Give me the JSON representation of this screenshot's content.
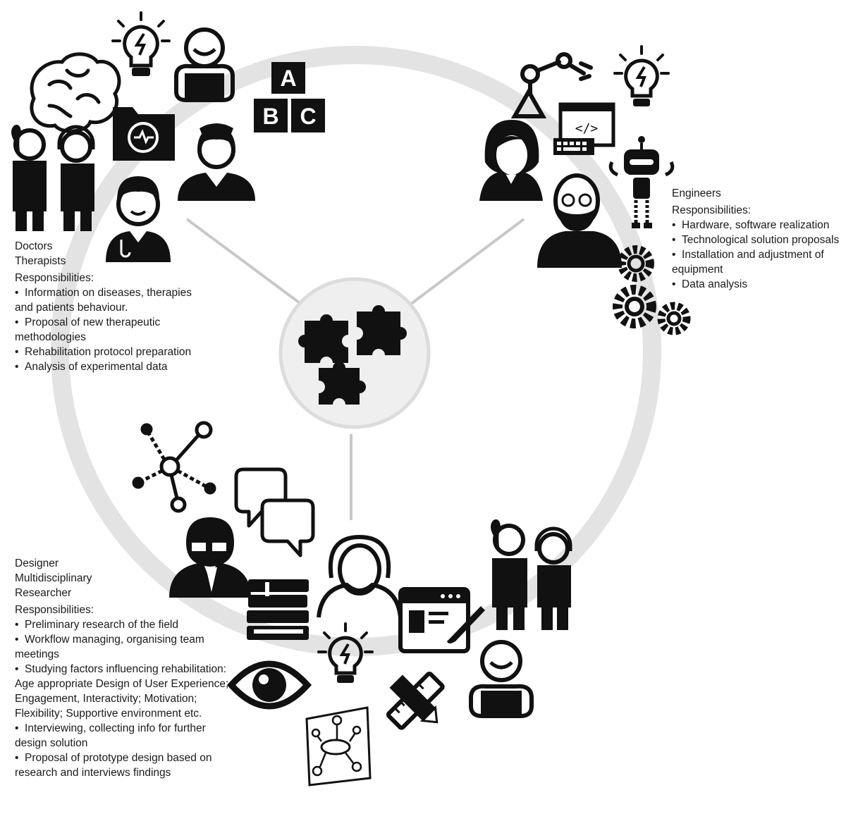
{
  "doctors": {
    "roles": [
      "Doctors",
      "Therapists"
    ],
    "responsibilities_label": "Responsibilities:",
    "items": [
      {
        "text": "Information on diseases, therapies and patients behaviour.",
        "bullet": true
      },
      {
        "text": "Proposal of new therapeutic methodologies",
        "bullet": true
      },
      {
        "text": "Rehabilitation protocol preparation",
        "bullet": true
      },
      {
        "text": "Analysis of experimental data",
        "bullet": true
      }
    ]
  },
  "engineers": {
    "roles": [
      "Engineers"
    ],
    "responsibilities_label": "Responsibilities:",
    "items": [
      {
        "text": "Hardware, software realization",
        "bullet": true
      },
      {
        "text": "Technological solution proposals",
        "bullet": true
      },
      {
        "text": "Installation and adjustment of equipment",
        "bullet": true
      },
      {
        "text": "Data analysis",
        "bullet": true
      }
    ]
  },
  "designers": {
    "roles": [
      "Designer",
      "Multidisciplinary",
      "Researcher"
    ],
    "responsibilities_label": "Responsibilities:",
    "items": [
      {
        "text": "Preliminary research of the field",
        "bullet": true
      },
      {
        "text": "Workflow managing, organising team meetings",
        "bullet": true
      },
      {
        "text": "Studying factors influencing rehabilitation:",
        "bullet": true
      },
      {
        "text": "Age appropriate Design of User Experience; Engagement, Interactivity; Motivation; Flexibility; Supportive environment etc.",
        "bullet": false
      },
      {
        "text": "Interviewing, collecting info for further design solution",
        "bullet": true
      },
      {
        "text": "Proposal of prototype design based on research and interviews findings",
        "bullet": true
      }
    ]
  },
  "blocks": {
    "block_a": "A",
    "block_b": "B",
    "block_c": "C",
    "code_glyph": "</>"
  },
  "colors": {
    "ring": "#e3e3e3",
    "spoke": "#c8c8c8",
    "icon": "#111111",
    "hub_fill": "#efefef"
  },
  "icons": [
    "brain-icon",
    "lightbulb-icon",
    "child-laptop-icon",
    "abc-blocks-icon",
    "folder-sync-icon",
    "nurse-icon",
    "doctor-icon",
    "female-patient-icon",
    "support-agent-icon",
    "robot-arm-icon",
    "code-window-icon",
    "robot-icon",
    "woman-avatar-icon",
    "bearded-man-icon",
    "gears-icon",
    "puzzle-icon",
    "network-icon",
    "chat-bubbles-icon",
    "glasses-man-icon",
    "books-icon",
    "woman-outline-icon",
    "web-design-icon",
    "eye-icon",
    "mindmap-icon",
    "ruler-pencil-icon"
  ]
}
